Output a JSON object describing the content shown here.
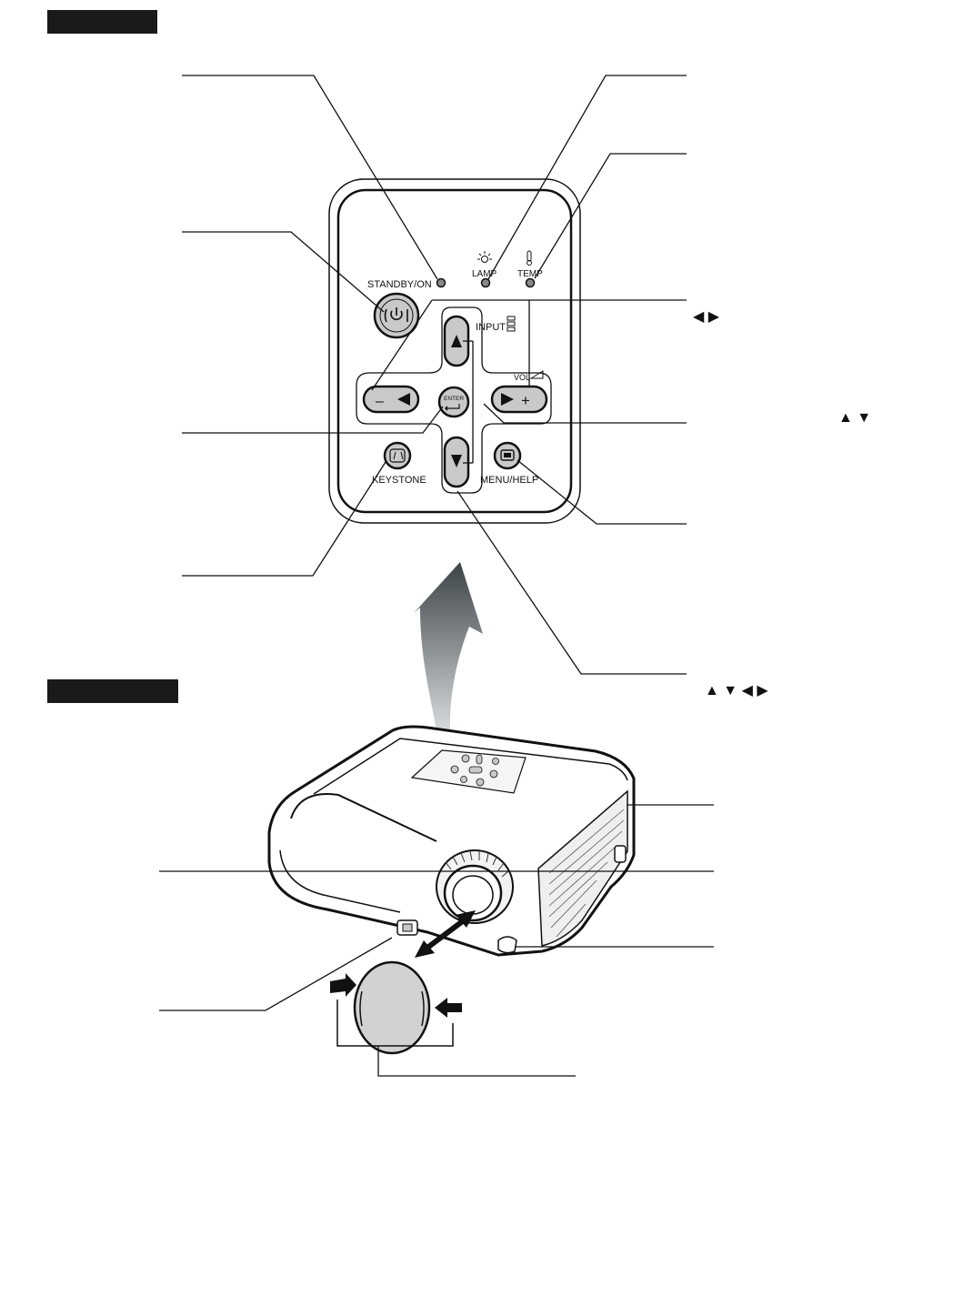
{
  "control_panel": {
    "standby_label": "STANDBY/ON",
    "lamp_label": "LAMP",
    "temp_label": "TEMP",
    "input_label": "INPUT",
    "vol_label": "VOL",
    "enter_label": "ENTER",
    "keystone_label": "KEYSTONE",
    "menu_label": "MENU/HELP",
    "minus_symbol": "–",
    "plus_symbol": "+"
  },
  "callouts": {
    "left_right_arrows": "◀ ▶",
    "up_down_arrows": "▲ ▼",
    "four_arrows": "▲ ▼ ◀ ▶"
  },
  "colors": {
    "button_fill": "#c9c9c9",
    "line": "#111111",
    "tab_fill": "#1a1a1a",
    "arrow_dark": "#3c4346",
    "arrow_light": "#cfd3d5"
  },
  "icons": {
    "power": "power-icon",
    "lamp": "lamp-bulb-icon",
    "temp": "thermometer-icon",
    "input": "input-icon",
    "volume": "volume-ramp-icon",
    "keystone": "keystone-icon",
    "menu": "menu-icon"
  }
}
